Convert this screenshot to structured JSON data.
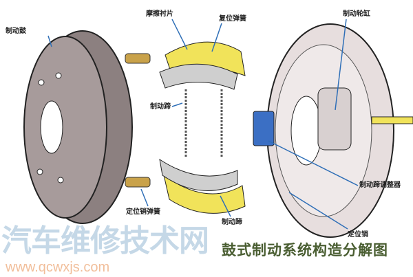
{
  "labels": {
    "drum": "制动鼓",
    "lining": "摩擦衬片",
    "return_spring": "复位弹簧",
    "wheel_cylinder": "制动轮缸",
    "shoe_upper": "制动蹄",
    "adjuster": "制动蹄调整器",
    "hold_down_spring": "定位销弹簧",
    "shoe_lower": "制动蹄",
    "hold_down_pin": "定位销"
  },
  "title": "鼓式制动系统构造分解图",
  "watermark": {
    "name": "汽车维修技术网",
    "url": "www.qcwxjs.com"
  },
  "colors": {
    "lining": "#f1e35a",
    "adjuster": "#3b6fc4",
    "leader": "#2f6fb7",
    "drum": "#8c8080"
  }
}
